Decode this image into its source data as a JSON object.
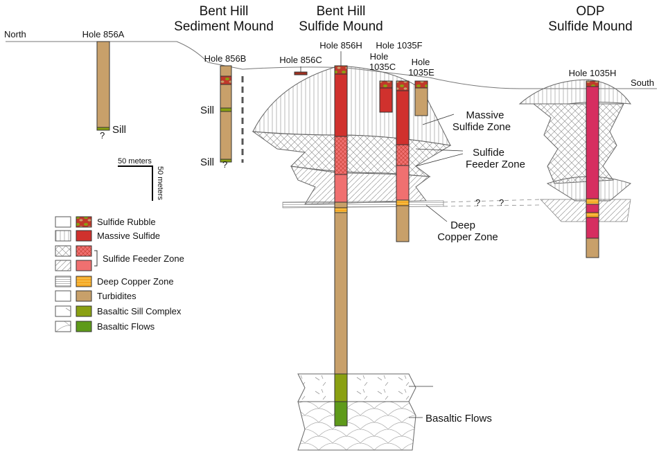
{
  "headers": {
    "bent_hill_sediment": [
      "Bent Hill",
      "Sediment Mound"
    ],
    "bent_hill_sulfide": [
      "Bent Hill",
      "Sulfide Mound"
    ],
    "odp_sulfide": [
      "ODP",
      "Sulfide Mound"
    ]
  },
  "directions": {
    "north": "North",
    "south": "South"
  },
  "holes": {
    "h856a": "Hole 856A",
    "h856b": "Hole 856B",
    "h856c": "Hole 856C",
    "h856h": "Hole 856H",
    "h1035c": [
      "Hole",
      "1035C"
    ],
    "h1035f": "Hole 1035F",
    "h1035e": [
      "Hole",
      "1035E"
    ],
    "h1035h": "Hole 1035H"
  },
  "annotations": {
    "sill": "Sill",
    "question": "?",
    "massive_sulfide_zone": [
      "Massive",
      "Sulfide Zone"
    ],
    "sulfide_feeder_zone": [
      "Sulfide",
      "Feeder Zone"
    ],
    "deep_copper_zone": [
      "Deep",
      "Copper Zone"
    ],
    "basaltic_flows": "Basaltic Flows"
  },
  "scale": {
    "horizontal": "50 meters",
    "vertical": "50 meters"
  },
  "legend": [
    {
      "label": "Sulfide Rubble",
      "pattern": "rubble",
      "color": "#c0392b"
    },
    {
      "label": "Massive Sulfide",
      "pattern": "vertical",
      "color": "#d0312d"
    },
    {
      "label": "Sulfide Feeder Zone",
      "pattern": "feeder",
      "color": "#f07070"
    },
    {
      "label": "Deep Copper Zone",
      "pattern": "horizontal",
      "color": "#f5a623"
    },
    {
      "label": "Turbidites",
      "pattern": "dots",
      "color": "#c8a06a"
    },
    {
      "label": "Basaltic Sill Complex",
      "pattern": "dashes",
      "color": "#8aa012"
    },
    {
      "label": "Basaltic Flows",
      "pattern": "arcs",
      "color": "#5e9a1a"
    }
  ],
  "colors": {
    "turbidite": "#c8a06a",
    "massive_sulfide": "#d0312d",
    "feeder": "#f07070",
    "copper": "#f5a623",
    "sill": "#8aa012",
    "flows": "#5e9a1a",
    "magenta_sulfide": "#d62e60"
  }
}
